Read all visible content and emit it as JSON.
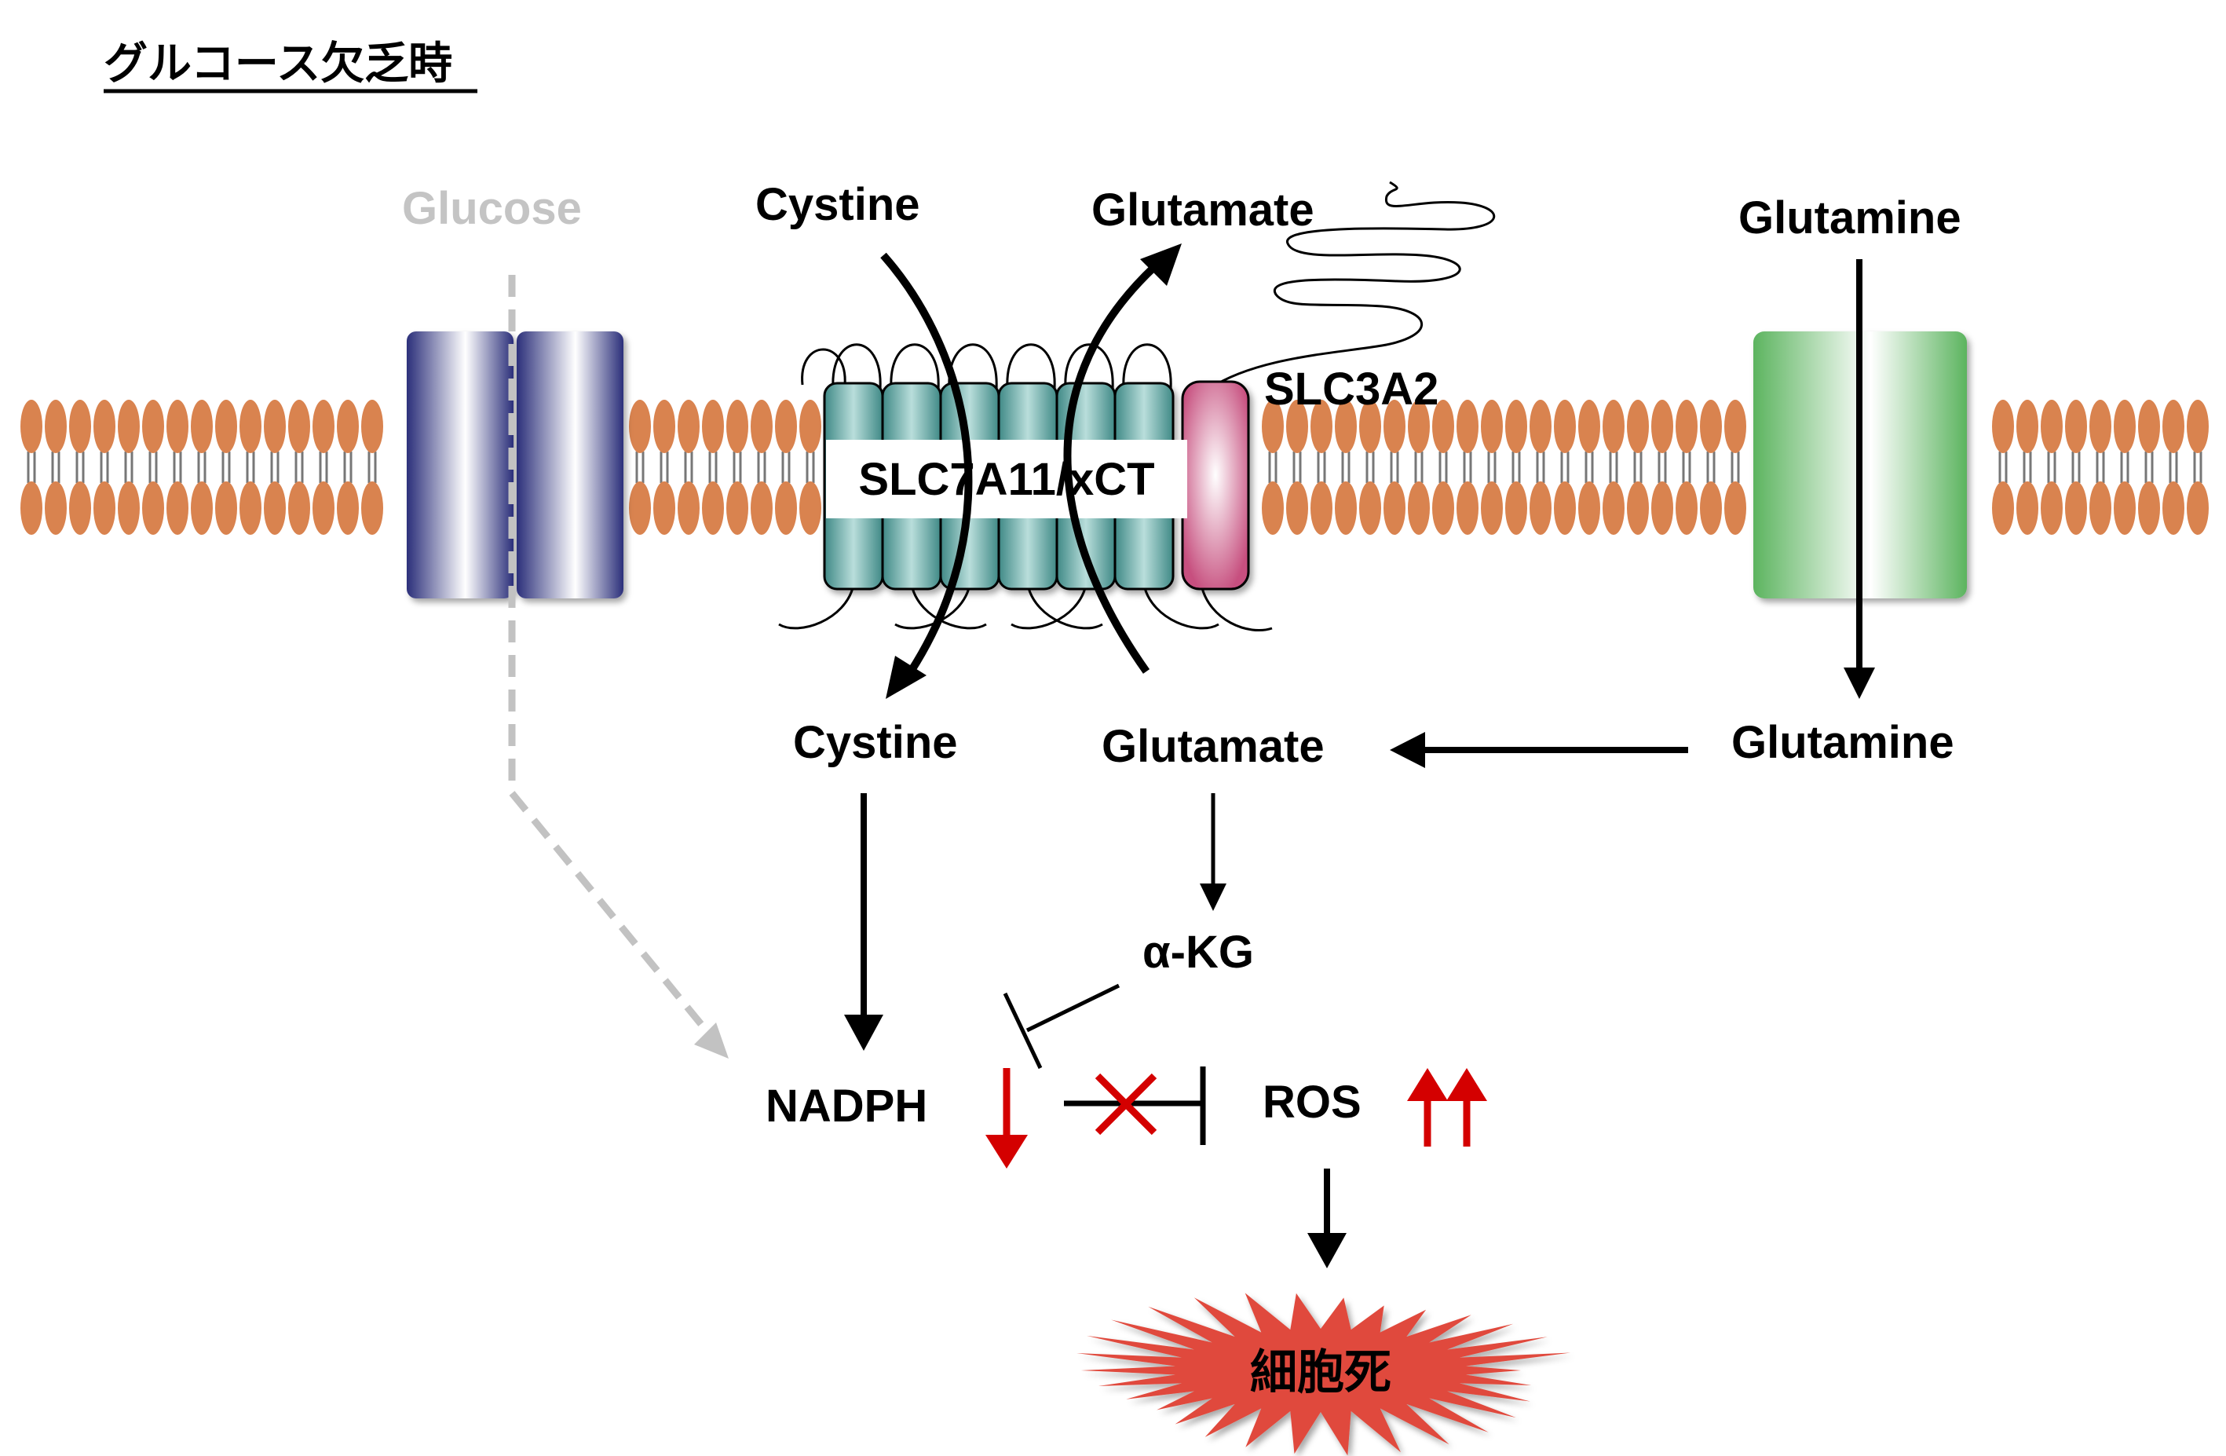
{
  "title": "グルコース欠乏時",
  "labels": {
    "glucose": "Glucose",
    "cystine_out": "Cystine",
    "glutamate_out": "Glutamate",
    "glutamine_out": "Glutamine",
    "slc3a2": "SLC3A2",
    "slc7a11": "SLC7A11/xCT",
    "cystine_in": "Cystine",
    "glutamate_in": "Glutamate",
    "glutamine_in": "Glutamine",
    "akg": "α-KG",
    "nadph": "NADPH",
    "ros": "ROS",
    "cell_death": "細胞死"
  },
  "colors": {
    "lipid_head": "#d9834f",
    "glucose_transporter": "#2b2f7a",
    "xct": "#4f9a96",
    "slc3a2": "#c7507f",
    "glutamine_transporter": "#5cb45f",
    "increase_decrease_arrows": "#d40000",
    "inhibition_cross": "#d40000",
    "cell_death_burst": "#e04a3c",
    "glucose_path": "#bdbdbd"
  },
  "indicators": {
    "nadph_change": "decrease",
    "ros_change": "strong-increase",
    "nadph_ros_inhibition": "blocked"
  }
}
